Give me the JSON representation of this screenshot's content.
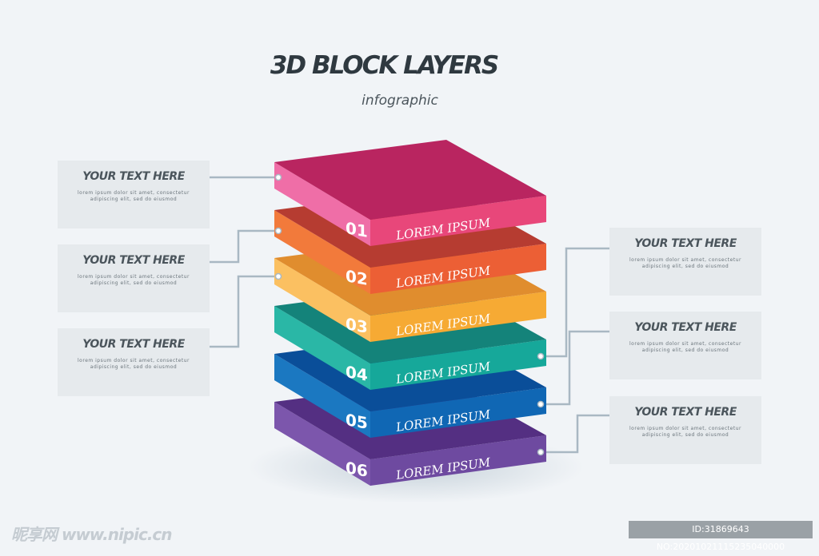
{
  "header": {
    "title": "3D BLOCK LAYERS",
    "subtitle": "infographic"
  },
  "layers": [
    {
      "number": "01",
      "label": "LOREM IPSUM",
      "top": "#b92560",
      "front": "#e8477a",
      "left": "#ef6ea7"
    },
    {
      "number": "02",
      "label": "LOREM IPSUM",
      "top": "#b63c31",
      "front": "#ec5f35",
      "left": "#f27a3b"
    },
    {
      "number": "03",
      "label": "LOREM IPSUM",
      "top": "#e08d2e",
      "front": "#f6aa34",
      "left": "#fbc061"
    },
    {
      "number": "04",
      "label": "LOREM IPSUM",
      "top": "#14837a",
      "front": "#16a89a",
      "left": "#2ab7a6"
    },
    {
      "number": "05",
      "label": "LOREM IPSUM",
      "top": "#0a4e99",
      "front": "#1067b4",
      "left": "#1b78c1"
    },
    {
      "number": "06",
      "label": "LOREM IPSUM",
      "top": "#542f82",
      "front": "#6e4aa0",
      "left": "#7c56ac"
    }
  ],
  "cards": [
    {
      "heading": "YOUR TEXT HERE",
      "body": "lorem ipsum dolor sit amet, consectetur adipiscing elit, sed do eiusmod"
    },
    {
      "heading": "YOUR TEXT HERE",
      "body": "lorem ipsum dolor sit amet, consectetur adipiscing elit, sed do eiusmod"
    },
    {
      "heading": "YOUR TEXT HERE",
      "body": "lorem ipsum dolor sit amet, consectetur adipiscing elit, sed do eiusmod"
    },
    {
      "heading": "YOUR TEXT HERE",
      "body": "lorem ipsum dolor sit amet, consectetur adipiscing elit, sed do eiusmod"
    },
    {
      "heading": "YOUR TEXT HERE",
      "body": "lorem ipsum dolor sit amet, consectetur adipiscing elit, sed do eiusmod"
    },
    {
      "heading": "YOUR TEXT HERE",
      "body": "lorem ipsum dolor sit amet, consectetur adipiscing elit, sed do eiusmod"
    }
  ],
  "connector_color": "#a9b8c3",
  "watermark": {
    "left": "昵享网 www.nipic.cn",
    "right": "ID:31869643 NO:20201021115235040000"
  }
}
